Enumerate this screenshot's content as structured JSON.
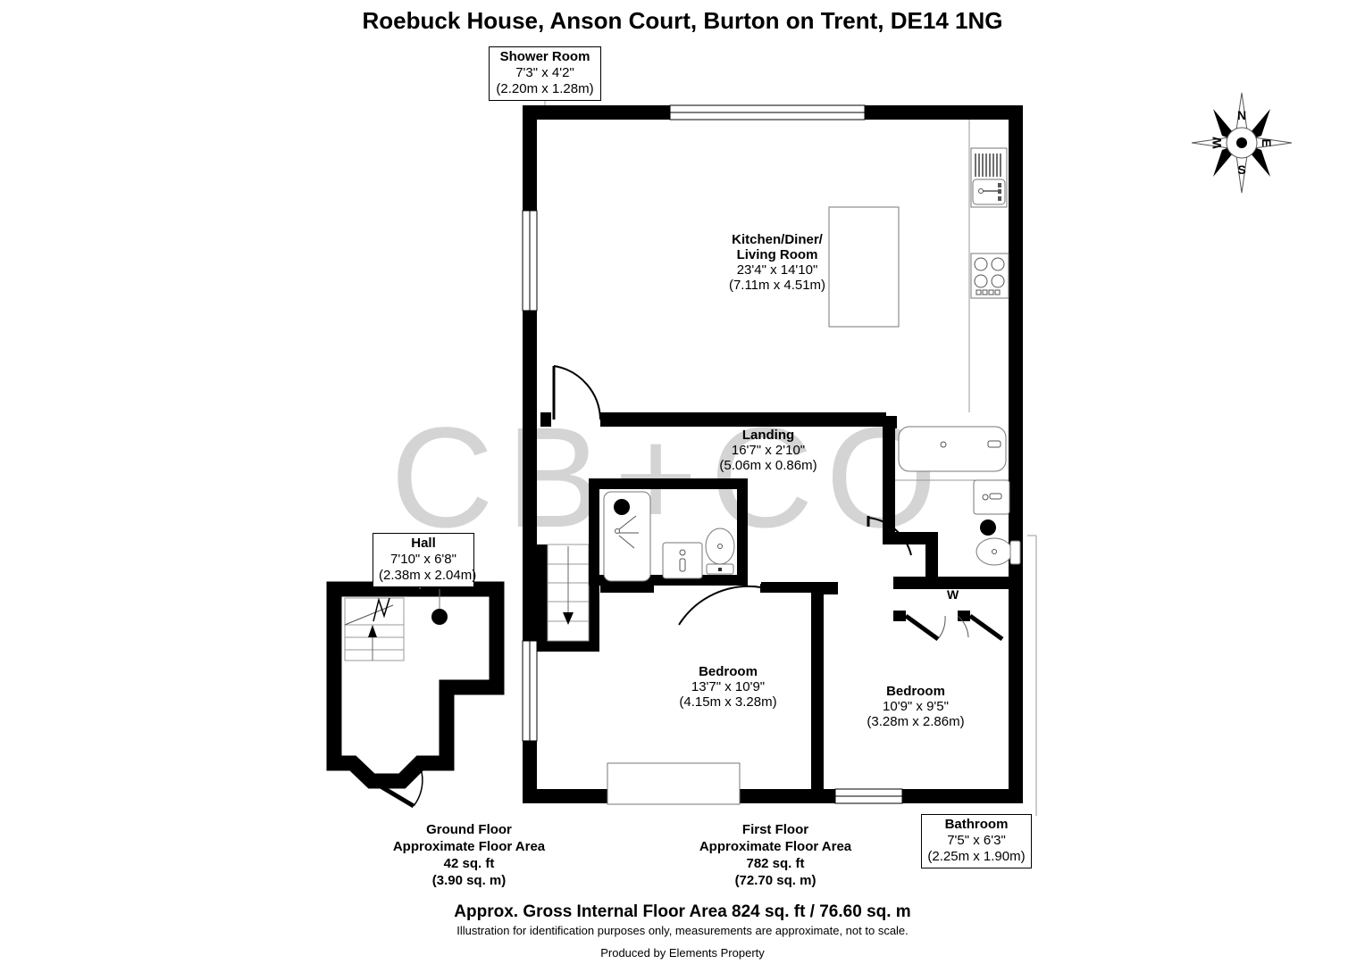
{
  "document": {
    "title": "Roebuck House, Anson Court, Burton on Trent, DE14 1NG",
    "watermark": "CB+CO"
  },
  "rooms": [
    {
      "key": "shower_room",
      "name": "Shower Room",
      "imperial": "7'3\" x 4'2\"",
      "metric": "(2.20m x 1.28m)",
      "boxed": true
    },
    {
      "key": "kitchen_diner_living",
      "name_line1": "Kitchen/Diner/",
      "name_line2": "Living Room",
      "imperial": "23'4\" x 14'10\"",
      "metric": "(7.11m x 4.51m)",
      "boxed": false
    },
    {
      "key": "landing",
      "name": "Landing",
      "imperial": "16'7\" x 2'10\"",
      "metric": "(5.06m x 0.86m)",
      "boxed": false
    },
    {
      "key": "hall",
      "name": "Hall",
      "imperial": "7'10\" x 6'8\"",
      "metric": "(2.38m x 2.04m)",
      "boxed": true
    },
    {
      "key": "bedroom_1",
      "name": "Bedroom",
      "imperial": "13'7\" x 10'9\"",
      "metric": "(4.15m x 3.28m)",
      "boxed": false
    },
    {
      "key": "bedroom_2",
      "name": "Bedroom",
      "imperial": "10'9\" x 9'5\"",
      "metric": "(3.28m x 2.86m)",
      "boxed": false
    },
    {
      "key": "bathroom",
      "name": "Bathroom",
      "imperial": "7'5\" x 6'3\"",
      "metric": "(2.25m x 1.90m)",
      "boxed": true
    }
  ],
  "annotations": {
    "wardrobe": "W"
  },
  "floors": [
    {
      "key": "ground",
      "name": "Ground Floor",
      "area_caption": "Approximate Floor Area",
      "area_sqft": "42 sq. ft",
      "area_sqm": "(3.90 sq. m)"
    },
    {
      "key": "first",
      "name": "First Floor",
      "area_caption": "Approximate Floor Area",
      "area_sqft": "782 sq. ft",
      "area_sqm": "(72.70 sq. m)"
    }
  ],
  "footer": {
    "gross_area": "Approx. Gross Internal Floor Area 824 sq. ft / 76.60 sq. m",
    "disclaimer": "Illustration for identification purposes only, measurements are approximate, not to scale.",
    "producer": "Produced by Elements Property"
  },
  "compass": {
    "north": "N",
    "east": "E",
    "south": "S",
    "west": "W"
  },
  "colors": {
    "wall": "#000000",
    "fixture_line": "#555555",
    "watermark": "#d4d4d4",
    "background": "#ffffff"
  }
}
